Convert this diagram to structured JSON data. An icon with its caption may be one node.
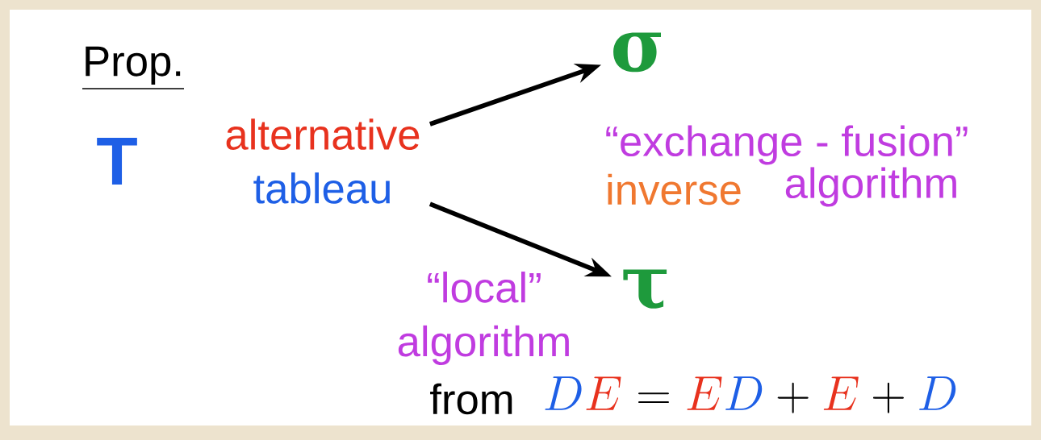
{
  "diagram": {
    "nodes": [
      {
        "text": [
          "alternative",
          "tableau"
        ]
      },
      {
        "text": [
          "σ"
        ]
      },
      {
        "text": [
          "τ"
        ]
      }
    ],
    "edges": [
      {
        "from": 0,
        "to": 1,
        "arrow": "to",
        "label": "“exchange - fusion”"
      },
      {
        "from": 0,
        "to": 2,
        "arrow": "to",
        "label": "“local” algorithm"
      }
    ],
    "labels": [
      "Prop.",
      "T",
      "inverse",
      "algorithm",
      "from",
      "\\textcolor{dblue}{D}\\textcolor{dred}{E} = \\textcolor{dred}{E}\\textcolor{dblue}{D} + \\textcolor{dred}{E} + \\textcolor{dblue}{D}"
    ]
  }
}
